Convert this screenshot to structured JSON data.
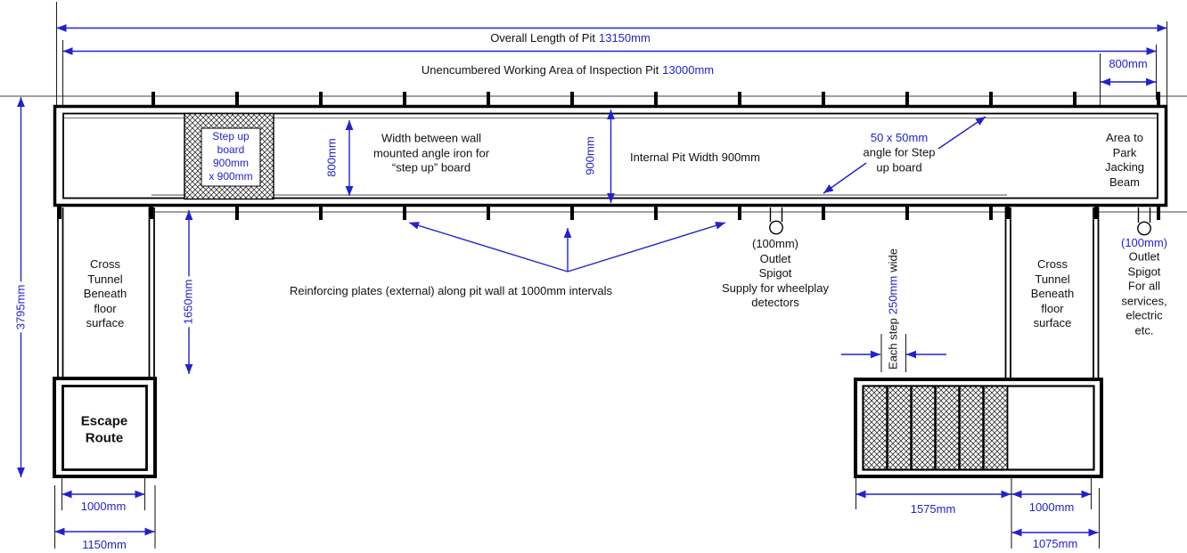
{
  "colors": {
    "dimension_blue": "#2222cc",
    "line_black": "#000000",
    "ground_gray": "#808080"
  },
  "header": {
    "overall_label": "Overall Length of Pit",
    "overall_value": "13150mm",
    "working_label": "Unencumbered Working Area of Inspection Pit",
    "working_value": "13000mm",
    "offset_800": "800mm"
  },
  "pit": {
    "step_up_board": "Step up\nboard\n900mm\nx 900mm",
    "width_between": "Width between wall\nmounted angle iron for\n“step up” board",
    "dim_800": "800mm",
    "dim_900": "900mm",
    "internal_width": "Internal Pit Width 900mm",
    "angle_size": "50 x 50mm",
    "angle_note": "angle for Step\nup board",
    "area_park": "Area to\nPark\nJacking\nBeam"
  },
  "left": {
    "dim_3795": "3795mm",
    "dim_1650": "1650mm",
    "cross_tunnel": "Cross\nTunnel\nBeneath\nfloor\nsurface",
    "escape_route": "Escape\nRoute",
    "dim_1000": "1000mm",
    "dim_1150": "1150mm"
  },
  "middle": {
    "reinforcing": "Reinforcing plates (external) along pit wall at 1000mm intervals",
    "spigot_supply": "(100mm)\nOutlet\nSpigot\nSupply for wheelplay\ndetectors"
  },
  "right": {
    "cross_tunnel": "Cross\nTunnel\nBeneath\nfloor\nsurface",
    "spigot_size": "(100mm)",
    "spigot_services": "Outlet\nSpigot\nFor all services,\nelectric etc.",
    "step_prefix": "Each step",
    "step_value": "250mm",
    "step_suffix": "wide",
    "dim_1575": "1575mm",
    "dim_1000": "1000mm",
    "dim_1075": "1075mm"
  }
}
